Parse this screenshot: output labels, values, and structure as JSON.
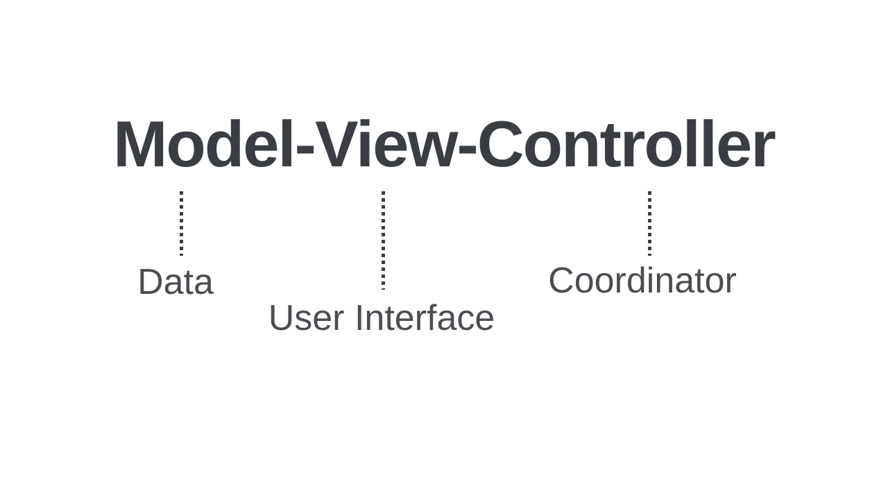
{
  "diagram": {
    "title": "Model-View-Controller",
    "labels": [
      {
        "for": "Model",
        "text": "Data"
      },
      {
        "for": "View",
        "text": "User Interface"
      },
      {
        "for": "Controller",
        "text": "Coordinator"
      }
    ],
    "connectors": [
      {
        "name": "model-to-data",
        "style": "dotted-vertical"
      },
      {
        "name": "view-to-user-interface",
        "style": "dotted-vertical"
      },
      {
        "name": "controller-to-coordinator",
        "style": "dotted-vertical"
      }
    ],
    "colors": {
      "background": "#ffffff",
      "title_text": "#3a3e43",
      "label_text": "#4a4d51",
      "connector": "#3a3e43"
    }
  }
}
